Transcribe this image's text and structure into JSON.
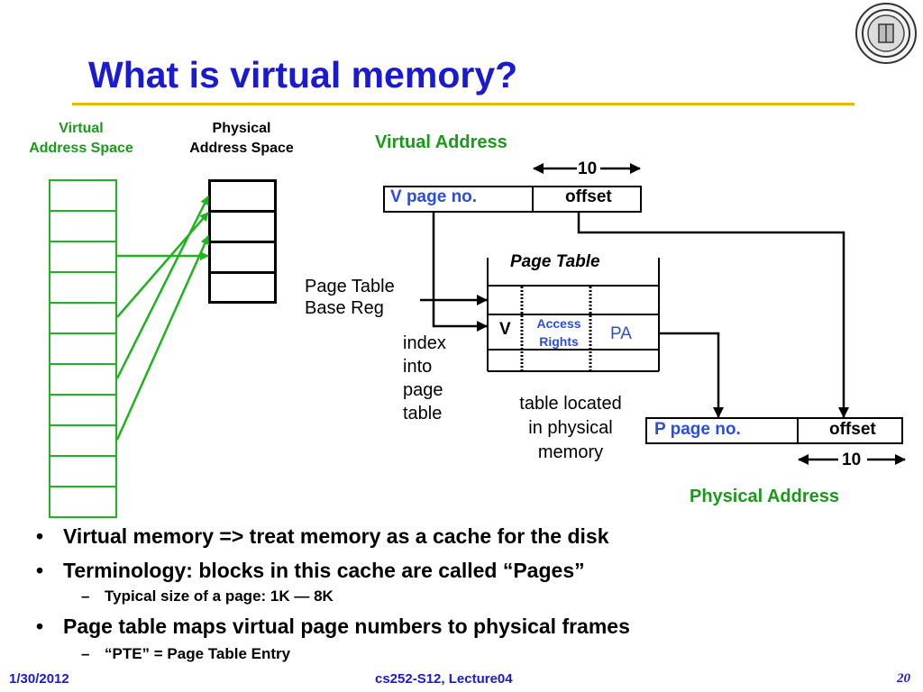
{
  "title": "What is virtual memory?",
  "labels": {
    "virtual_space_1": "Virtual",
    "virtual_space_2": "Address Space",
    "physical_space_1": "Physical",
    "physical_space_2": "Address Space",
    "virtual_address": "Virtual Address",
    "physical_address": "Physical Address",
    "page_table": "Page Table",
    "ptbr_1": "Page Table",
    "ptbr_2": "Base Reg",
    "index_1": "index",
    "index_2": "into",
    "index_3": "page",
    "index_4": "table",
    "located_1": "table located",
    "located_2": "in physical",
    "located_3": "memory",
    "v_page_no": "V page no.",
    "offset": "offset",
    "p_page_no": "P page no.",
    "ten_top": "10",
    "ten_bottom": "10",
    "v_bit": "V",
    "access": "Access",
    "rights": "Rights",
    "pa": "PA"
  },
  "bullets": [
    "Virtual memory => treat memory as a cache for the disk",
    "Terminology: blocks in this cache are called “Pages”",
    "Page table maps virtual page numbers to physical frames"
  ],
  "subbullets": [
    "Typical size of a page: 1K — 8K",
    "“PTE” = Page Table Entry"
  ],
  "footer": {
    "date": "1/30/2012",
    "course": "cs252-S12, Lecture04",
    "page": "20"
  },
  "colors": {
    "title": "#1a1ad0",
    "accent_rule": "#e6b800",
    "green": "#1fb31f",
    "blue_text": "#2a4de0"
  },
  "icons": {
    "seal": "university-seal-icon"
  }
}
